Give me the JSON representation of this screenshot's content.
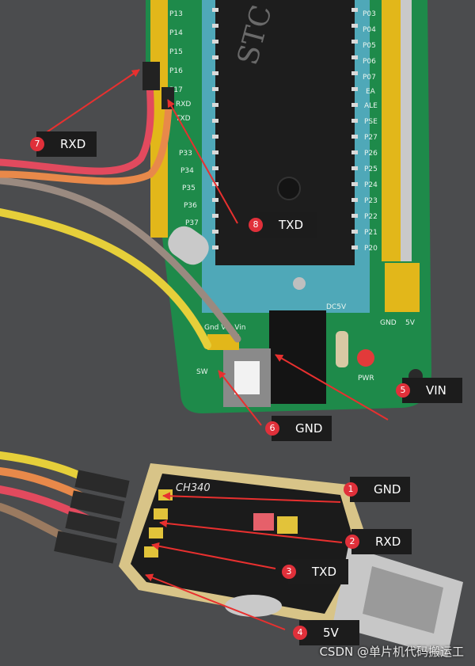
{
  "colors": {
    "arrow": "#e8302f",
    "badge": "#e0303a",
    "label_bg": "#1c1c1c",
    "pcb": "#1e8a4a"
  },
  "annotations": [
    {
      "num": "1",
      "text": "GND"
    },
    {
      "num": "2",
      "text": "RXD"
    },
    {
      "num": "3",
      "text": "TXD"
    },
    {
      "num": "4",
      "text": "5V"
    },
    {
      "num": "5",
      "text": "VIN"
    },
    {
      "num": "6",
      "text": "GND"
    },
    {
      "num": "7",
      "text": "RXD"
    },
    {
      "num": "8",
      "text": "TXD"
    }
  ],
  "board_pins_left": [
    "P13",
    "P14",
    "P15",
    "P16",
    "P17",
    "RXD",
    "TXD",
    "P33",
    "P34",
    "P35",
    "P36",
    "P37"
  ],
  "board_pins_right": [
    "P03",
    "P04",
    "P05",
    "P06",
    "P07",
    "EA",
    "ALE",
    "PSE",
    "P27",
    "P26",
    "P25",
    "P24",
    "P23",
    "P22",
    "P21",
    "P20"
  ],
  "board_text": {
    "gnd": "GND",
    "v5": "5V",
    "dc5v": "DC5V",
    "pwr": "PWR",
    "sw": "SW",
    "gnd_vin": "Gnd Vin Vin",
    "chip": "STC"
  },
  "adapter_text": "CH340",
  "watermark": "CSDN @单片机代码搬运工"
}
